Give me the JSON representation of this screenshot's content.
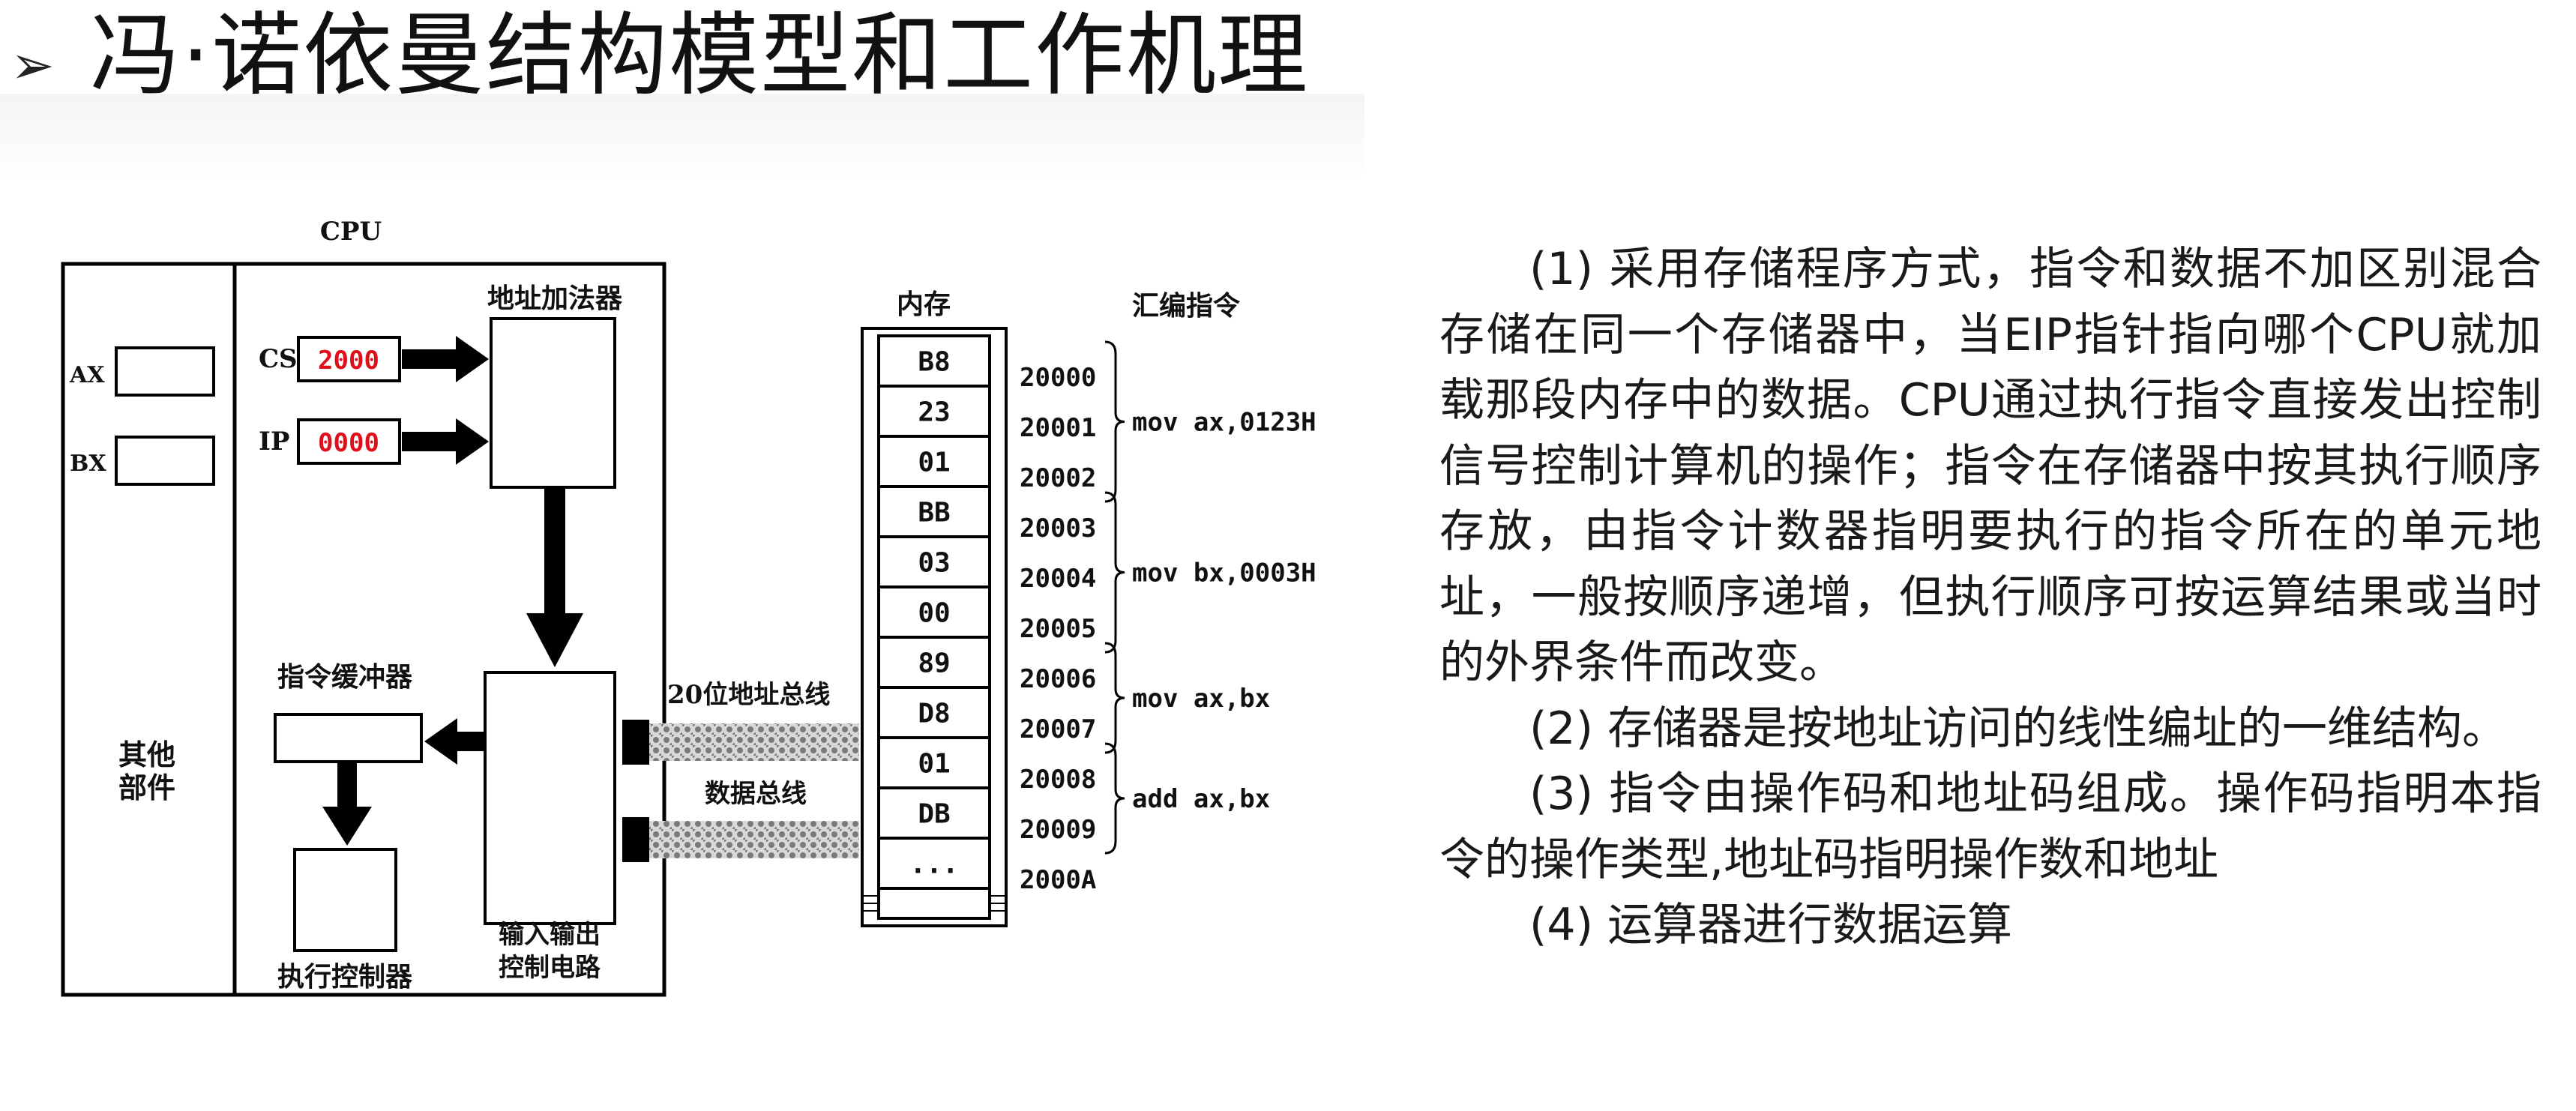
{
  "slide": {
    "bullet": "➢",
    "title": "冯·诺依曼结构模型和工作机理"
  },
  "diagram": {
    "cpu_label": "CPU",
    "ax_label": "AX",
    "bx_label": "BX",
    "cs_label": "CS",
    "cs_value": "2000",
    "ip_label": "IP",
    "ip_value": "0000",
    "address_adder": "地址加法器",
    "instruction_buffer": "指令缓冲器",
    "exec_control": "执行控制器",
    "other_parts_1": "其他",
    "other_parts_2": "部件",
    "io_control_1": "输入输出",
    "io_control_2": "控制电路",
    "address_bus": "20位地址总线",
    "data_bus": "数据总线",
    "memory_label": "内存",
    "asm_label": "汇编指令",
    "memory_cells": [
      {
        "value": "B8",
        "address": "20000"
      },
      {
        "value": "23",
        "address": "20001"
      },
      {
        "value": "01",
        "address": "20002"
      },
      {
        "value": "BB",
        "address": "20003"
      },
      {
        "value": "03",
        "address": "20004"
      },
      {
        "value": "00",
        "address": "20005"
      },
      {
        "value": "89",
        "address": "20006"
      },
      {
        "value": "D8",
        "address": "20007"
      },
      {
        "value": "01",
        "address": "20008"
      },
      {
        "value": "DB",
        "address": "20009"
      },
      {
        "value": "...",
        "address": "2000A"
      }
    ],
    "instructions": [
      {
        "text": "mov ax,0123H",
        "start": 0,
        "end": 2
      },
      {
        "text": "mov bx,0003H",
        "start": 3,
        "end": 5
      },
      {
        "text": "mov ax,bx",
        "start": 6,
        "end": 7
      },
      {
        "text": "add ax,bx",
        "start": 8,
        "end": 9
      }
    ],
    "colors": {
      "register_value": "#e0101a",
      "line": "#000000",
      "bus_pattern": "#8a8a8a"
    }
  },
  "explanation": {
    "p1": "(1) 采用存储程序方式，指令和数据不加区别混合存储在同一个存储器中，当EIP指针指向哪个CPU就加载那段内存中的数据。CPU通过执行指令直接发出控制信号控制计算机的操作；指令在存储器中按其执行顺序存放，由指令计数器指明要执行的指令所在的单元地址，一般按顺序递增，但执行顺序可按运算结果或当时的外界条件而改变。",
    "p2": "(2) 存储器是按地址访问的线性编址的一维结构。",
    "p3": "(3) 指令由操作码和地址码组成。操作码指明本指令的操作类型,地址码指明操作数和地址",
    "p4": "(4) 运算器进行数据运算"
  }
}
